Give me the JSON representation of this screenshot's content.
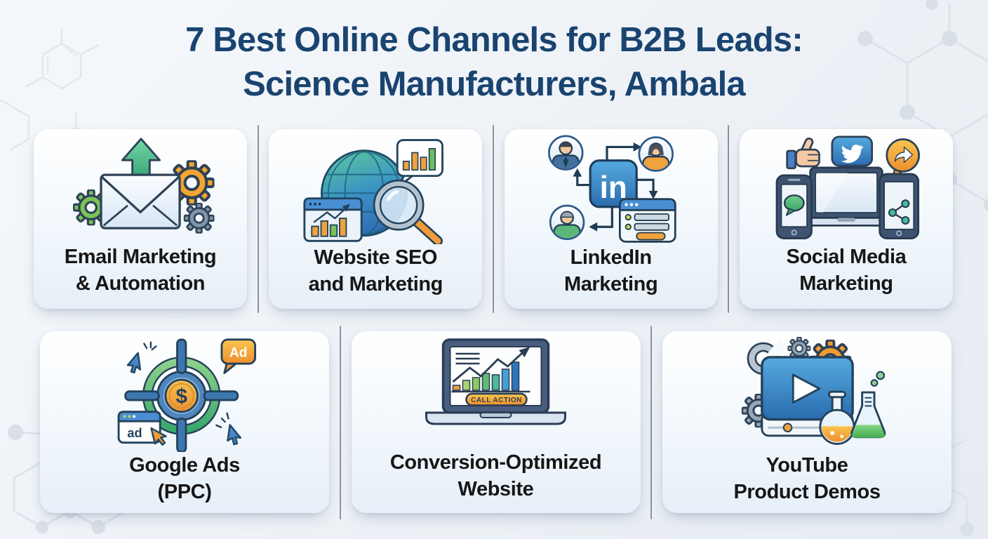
{
  "title": {
    "line1": "7 Best Online Channels for B2B Leads:",
    "line2": "Science Manufacturers, Ambala"
  },
  "cards": [
    {
      "label_line1": "Email Marketing",
      "label_line2": "& Automation",
      "icon": "email-automation-icon"
    },
    {
      "label_line1": "Website SEO",
      "label_line2": "and Marketing",
      "icon": "website-seo-icon"
    },
    {
      "label_line1": "LinkedIn",
      "label_line2": "Marketing",
      "icon": "linkedin-network-icon"
    },
    {
      "label_line1": "Social Media",
      "label_line2": "Marketing",
      "icon": "social-media-devices-icon"
    },
    {
      "label_line1": "Google Ads",
      "label_line2": "(PPC)",
      "icon": "ppc-target-icon"
    },
    {
      "label_line1": "Conversion-Optimized",
      "label_line2": "Website",
      "icon": "conversion-laptop-icon"
    },
    {
      "label_line1": "YouTube",
      "label_line2": "Product Demos",
      "icon": "youtube-demo-icon"
    }
  ],
  "icon_text": {
    "linkedin_logo": "in",
    "ad_bubble": "Ad",
    "ad_window": "ad",
    "cta_button": "CALL ACTION",
    "dollar": "$"
  },
  "colors": {
    "title": "#1a4470",
    "card_label": "#161616",
    "divider": "#8a949d",
    "accent_blue": "#2f6fb5",
    "accent_green": "#5cb36b",
    "accent_orange": "#f0a23c"
  }
}
